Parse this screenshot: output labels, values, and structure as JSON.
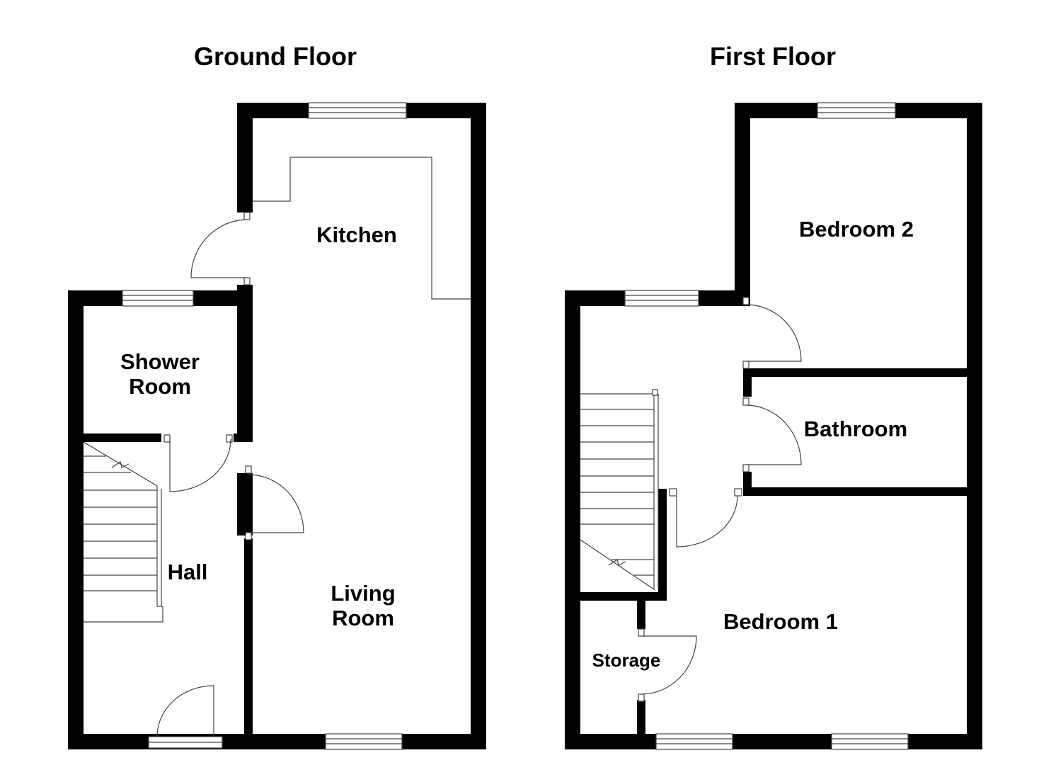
{
  "floors": {
    "ground": {
      "title": "Ground Floor",
      "rooms": {
        "kitchen": "Kitchen",
        "shower_room_line1": "Shower",
        "shower_room_line2": "Room",
        "hall": "Hall",
        "living_room_line1": "Living",
        "living_room_line2": "Room"
      }
    },
    "first": {
      "title": "First Floor",
      "rooms": {
        "bedroom2": "Bedroom 2",
        "bathroom": "Bathroom",
        "bedroom1": "Bedroom 1",
        "storage": "Storage"
      }
    }
  },
  "colors": {
    "wall": "#000000",
    "fixture_line": "#444444",
    "background": "#ffffff"
  }
}
